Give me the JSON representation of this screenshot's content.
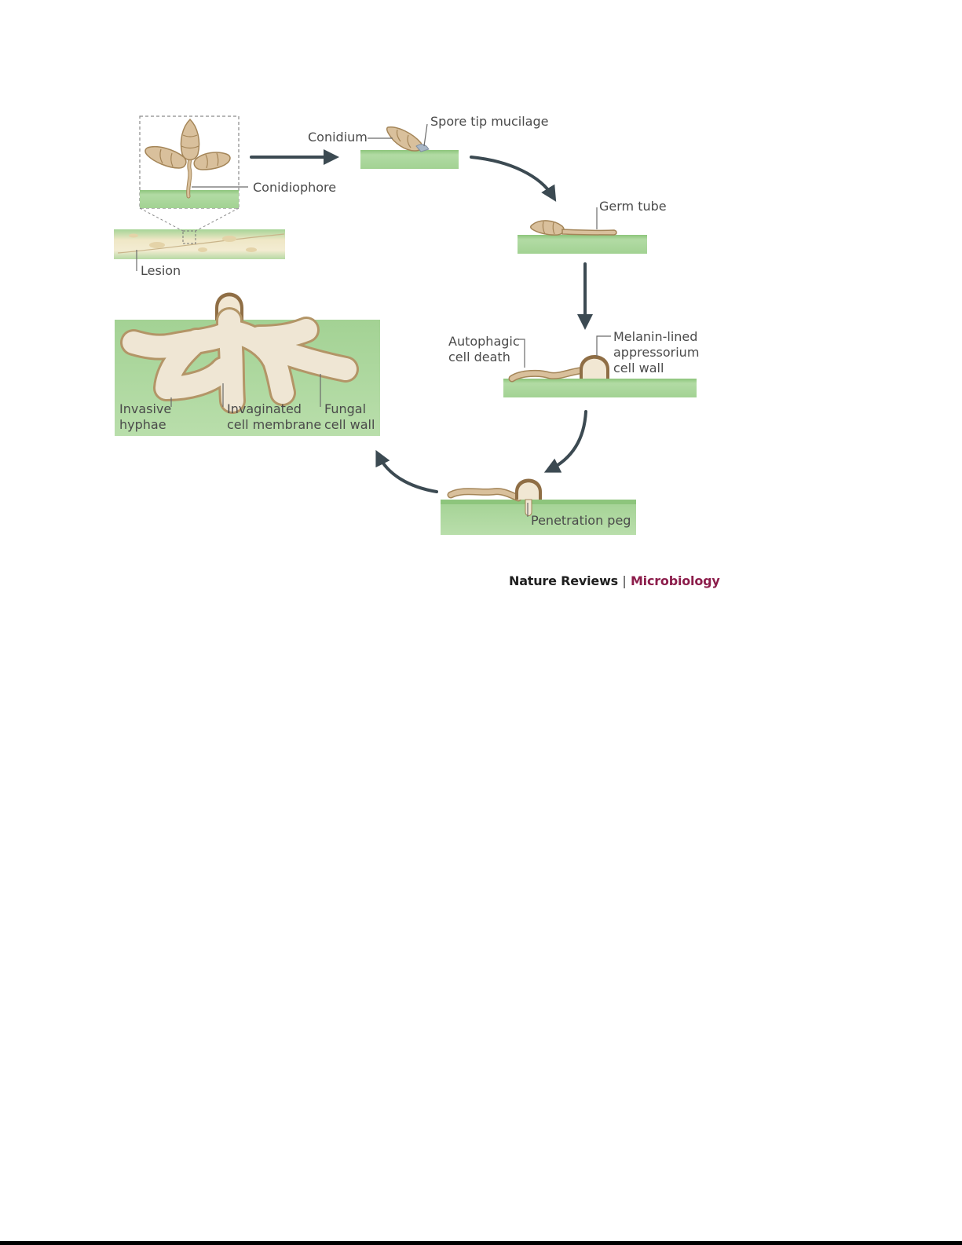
{
  "labels": {
    "conidium": "Conidium",
    "spore_tip_mucilage": "Spore tip mucilage",
    "conidiophore": "Conidiophore",
    "lesion": "Lesion",
    "germ_tube": "Germ tube",
    "autophagic_1": "Autophagic",
    "autophagic_2": "cell death",
    "melanin_1": "Melanin-lined",
    "melanin_2": "appressorium",
    "melanin_3": "cell wall",
    "invasive_1": "Invasive",
    "invasive_2": "hyphae",
    "invaginated_1": "Invaginated",
    "invaginated_2": "cell membrane",
    "fungal_1": "Fungal",
    "fungal_2": "cell wall",
    "penetration_peg": "Penetration peg"
  },
  "credit": {
    "journal": "Nature Reviews",
    "separator": "|",
    "subject": "Microbiology"
  },
  "colors": {
    "leaf_green": "#a6d497",
    "fungus_tan": "#d9c09c",
    "arrow": "#3c4a52",
    "subject_accent": "#8c1d4b"
  }
}
